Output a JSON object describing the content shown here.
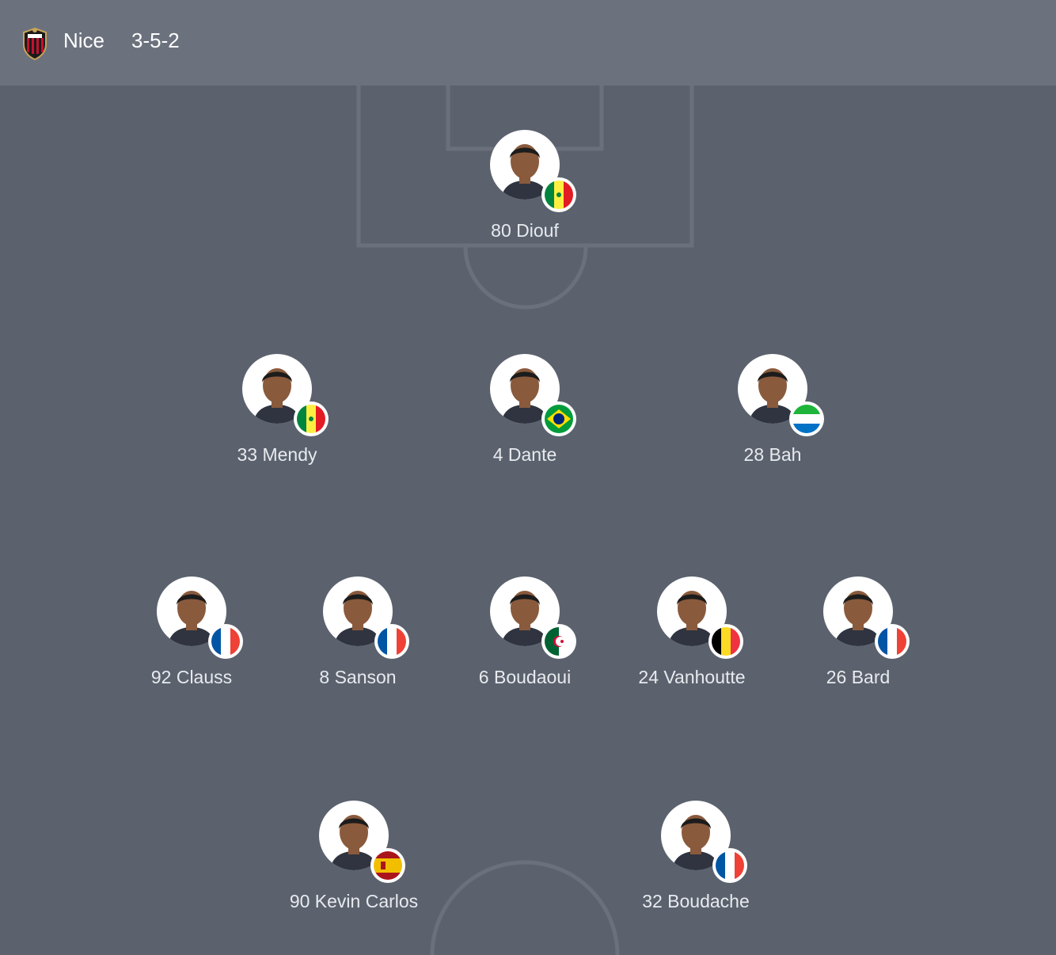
{
  "header": {
    "team_name": "Nice",
    "formation": "3-5-2",
    "crest_icon": "ogc-nice-crest"
  },
  "colors": {
    "header_bg": "#6b727d",
    "pitch_bg": "#5b626e",
    "pitch_lines": "#6a717c"
  },
  "players": [
    {
      "label": "80 Diouf",
      "flag": "senegal"
    },
    {
      "label": "33 Mendy",
      "flag": "senegal"
    },
    {
      "label": "4 Dante",
      "flag": "brazil"
    },
    {
      "label": "28 Bah",
      "flag": "sierra-leone"
    },
    {
      "label": "92 Clauss",
      "flag": "france"
    },
    {
      "label": "8 Sanson",
      "flag": "france"
    },
    {
      "label": "6 Boudaoui",
      "flag": "algeria"
    },
    {
      "label": "24 Vanhoutte",
      "flag": "belgium"
    },
    {
      "label": "26 Bard",
      "flag": "france"
    },
    {
      "label": "90 Kevin Carlos",
      "flag": "spain"
    },
    {
      "label": "32 Boudache",
      "flag": "france"
    }
  ]
}
